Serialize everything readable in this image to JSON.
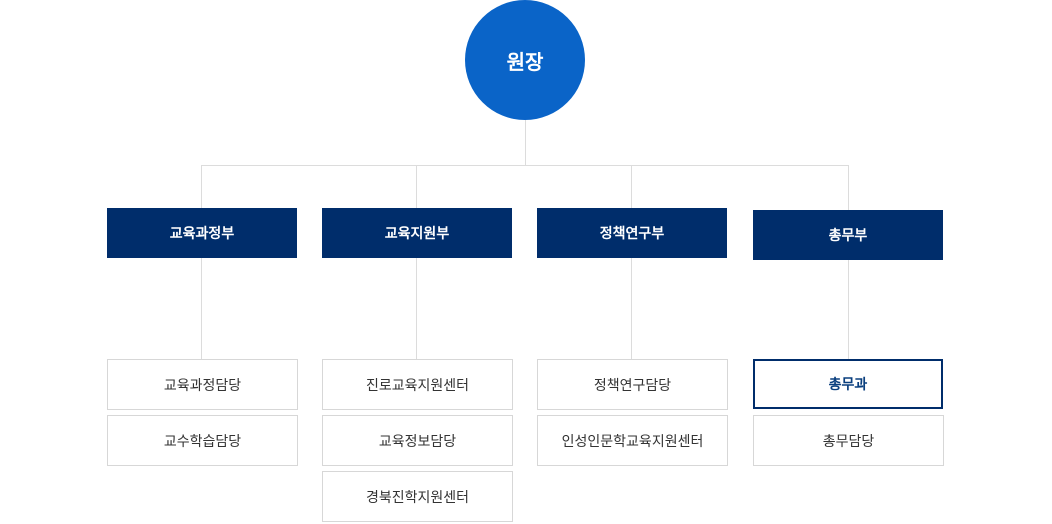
{
  "root": {
    "label": "원장"
  },
  "departments": [
    {
      "label": "교육과정부",
      "teams": [
        "교육과정담당",
        "교수학습담당"
      ]
    },
    {
      "label": "교육지원부",
      "teams": [
        "진로교육지원센터",
        "교육정보담당",
        "경북진학지원센터"
      ]
    },
    {
      "label": "정책연구부",
      "teams": [
        "정책연구담당",
        "인성인문학교육지원센터"
      ]
    },
    {
      "label": "총무부",
      "teams": [
        "총무과",
        "총무담당"
      ],
      "active_team": "총무과"
    }
  ]
}
